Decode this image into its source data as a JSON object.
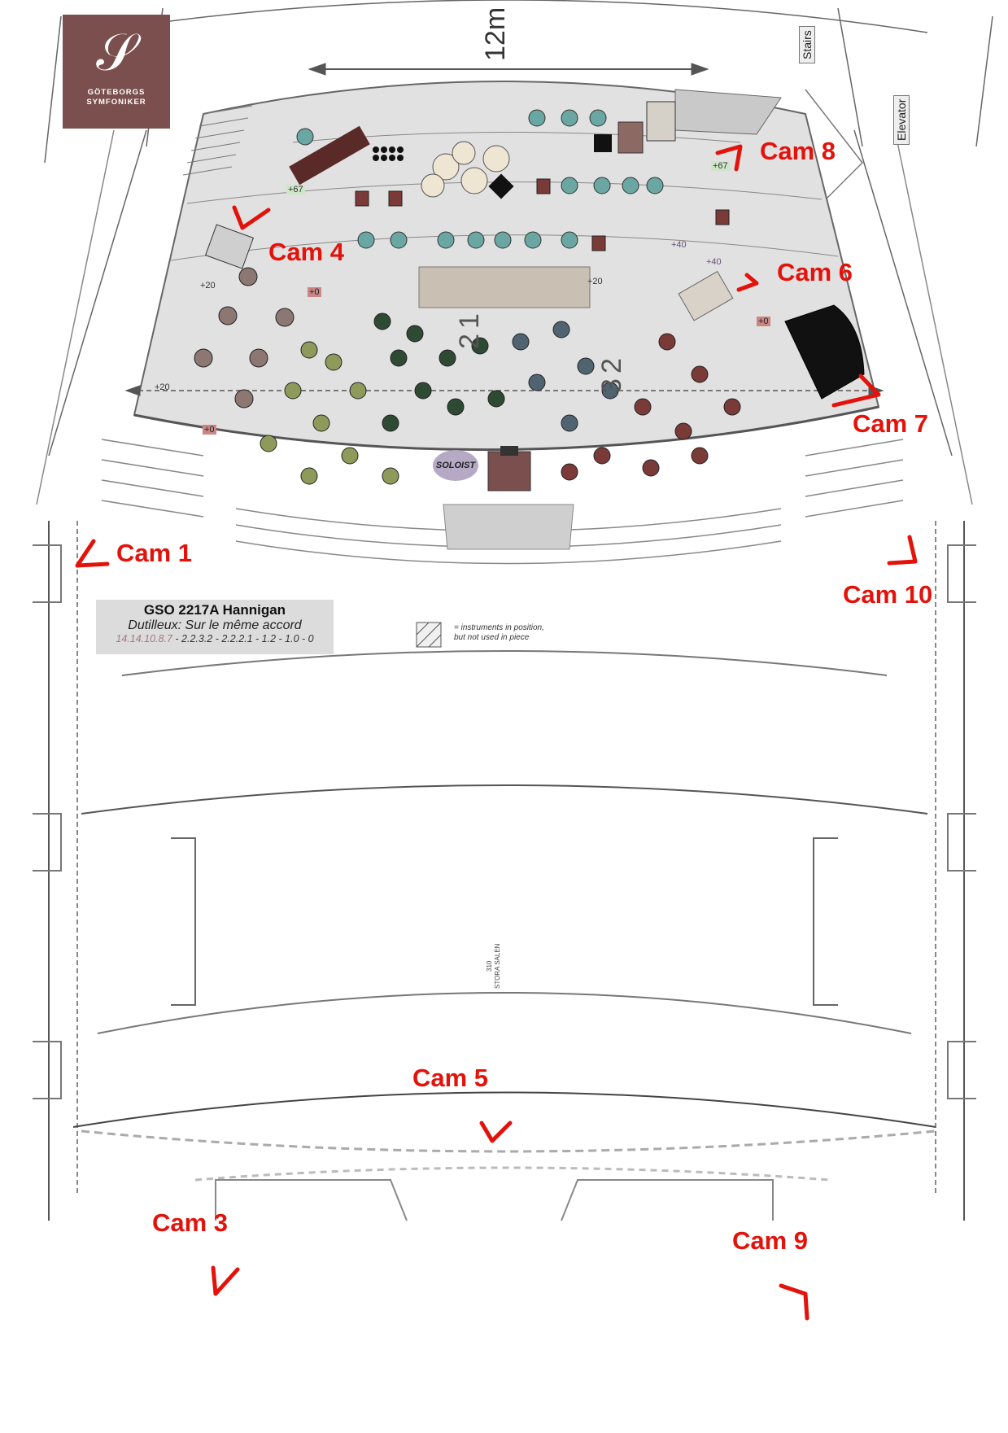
{
  "logo": {
    "name_line1": "GÖTEBORGS",
    "name_line2": "SYMFONIKER"
  },
  "dimension_label": "12m",
  "labels": {
    "stairs": "Stairs",
    "elevator": "Elevator",
    "soloist": "SOLOIST"
  },
  "cameras": {
    "cam1": "Cam 1",
    "cam3": "Cam 3",
    "cam4": "Cam 4",
    "cam5": "Cam 5",
    "cam6": "Cam 6",
    "cam7": "Cam 7",
    "cam8": "Cam 8",
    "cam9": "Cam 9",
    "cam10": "Cam 10"
  },
  "riser_levels": {
    "left_top": "+67",
    "right_top": "+67",
    "upper_mid": "+40",
    "right_mid": "+40",
    "left_20a": "+20",
    "left_20b": "+20",
    "center_20": "+20",
    "left_0a": "+0",
    "left_0b": "+0",
    "right_0": "+0"
  },
  "section_numbers": {
    "first": "1",
    "second": "2",
    "third": "2",
    "fourth": "3"
  },
  "info_box": {
    "title": "GSO 2217A Hannigan",
    "piece": "Dutilleux: Sur le même accord",
    "strings": "14.14.10.8.7",
    "winds": " - 2.2.3.2 - 2.2.2.1 - 1.2 - 1.0 - 0"
  },
  "legend": {
    "line1": "= instruments in position,",
    "line2": "but not used in piece"
  },
  "hall_label": {
    "number": "310",
    "name": "STORA SALEN"
  },
  "colors": {
    "camera": "#e3120b",
    "logo_bg": "#7a4f4d",
    "stage": "#e1e1e1",
    "first_violins": "#2f4a33",
    "second_violins": "#8e9a5a",
    "violas": "#4f6470",
    "cellos": "#7a3a38",
    "basses": "#3b3b3b",
    "winds": "#6aa6a2",
    "soloist": "#b6a9c6"
  },
  "icons": {
    "camera_marker": "caret-arrow-icon",
    "piano": "grand-piano-icon"
  }
}
